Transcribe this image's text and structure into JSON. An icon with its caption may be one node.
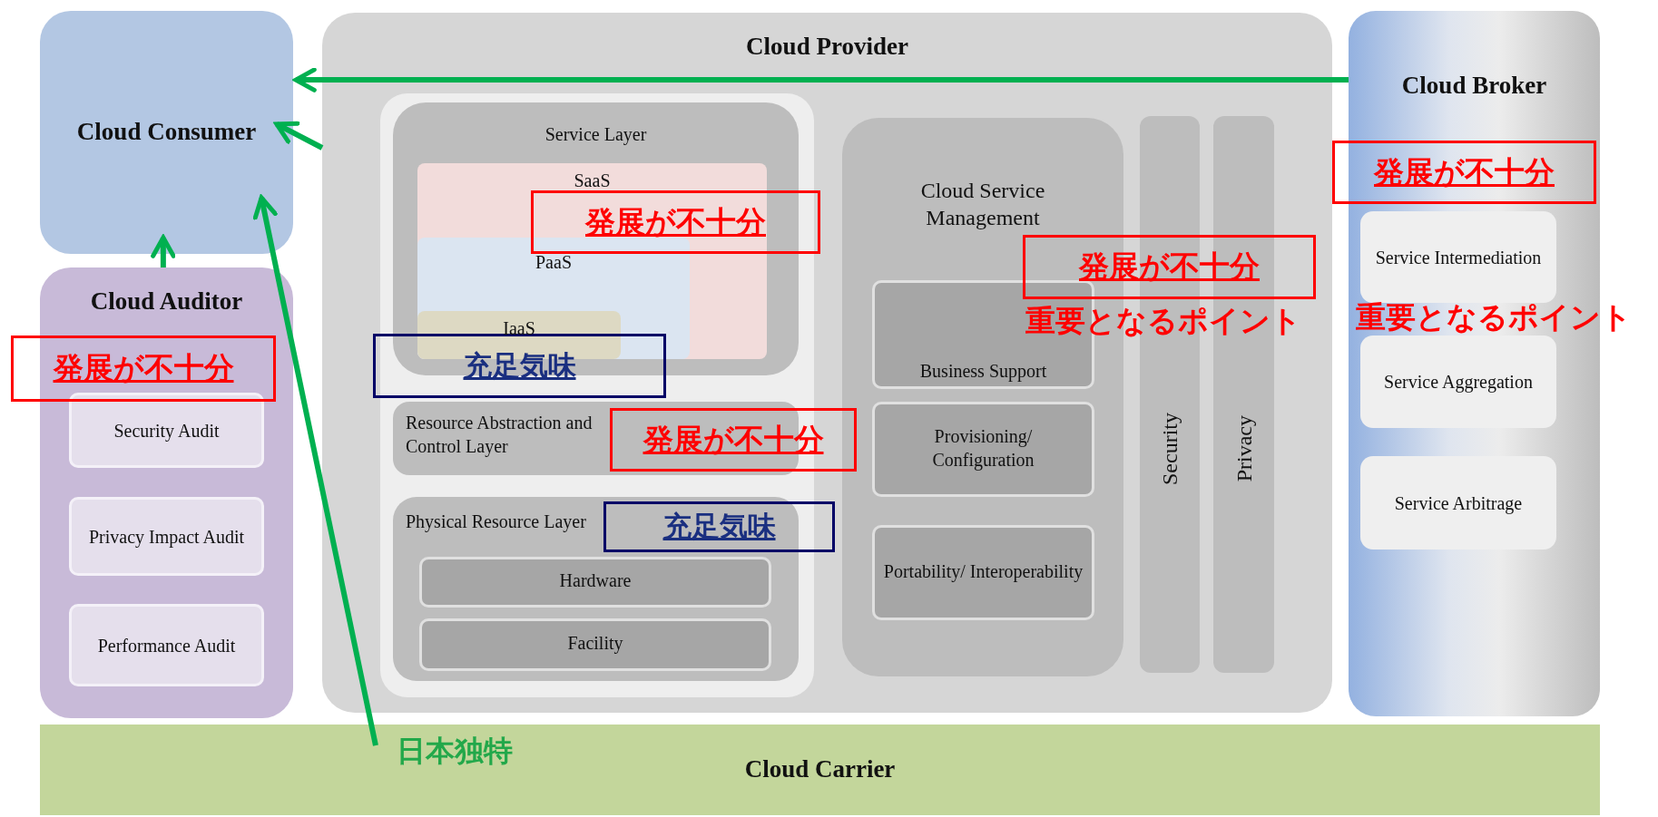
{
  "diagram": {
    "nodes": [
      {
        "text": [
          "Cloud Consumer"
        ]
      },
      {
        "text": [
          "Cloud Auditor"
        ]
      },
      {
        "text": [
          "Security Audit"
        ],
        "in": 1
      },
      {
        "text": [
          "Privacy Impact Audit"
        ],
        "in": 1
      },
      {
        "text": [
          "Performance Audit"
        ],
        "in": 1
      },
      {
        "text": [
          "Cloud Provider"
        ]
      },
      {
        "text": [
          "Service Layer"
        ],
        "in": 5
      },
      {
        "text": [
          "SaaS"
        ],
        "in": 6
      },
      {
        "text": [
          "PaaS"
        ],
        "in": 7
      },
      {
        "text": [
          "IaaS"
        ],
        "in": 8
      },
      {
        "text": [
          "Resource Abstraction and Control Layer"
        ],
        "in": 5
      },
      {
        "text": [
          "Physical Resource Layer"
        ],
        "in": 5
      },
      {
        "text": [
          "Hardware"
        ],
        "in": 11
      },
      {
        "text": [
          "Facility"
        ],
        "in": 11
      },
      {
        "text": [
          "Cloud Service Management"
        ],
        "in": 5
      },
      {
        "text": [
          "Business Support"
        ],
        "in": 14
      },
      {
        "text": [
          "Provisioning/ Configuration"
        ],
        "in": 14
      },
      {
        "text": [
          "Portability/ Interoperability"
        ],
        "in": 14
      },
      {
        "text": [
          "Security"
        ],
        "in": 5
      },
      {
        "text": [
          "Privacy"
        ],
        "in": 5
      },
      {
        "text": [
          "Cloud Broker"
        ]
      },
      {
        "text": [
          "Service Intermediation"
        ],
        "in": 20
      },
      {
        "text": [
          "Service Aggregation"
        ],
        "in": 20
      },
      {
        "text": [
          "Service Arbitrage"
        ],
        "in": 20
      },
      {
        "text": [
          "Cloud Carrier"
        ]
      },
      {
        "text": [
          "発展が不十分"
        ]
      },
      {
        "text": [
          "発展が不十分"
        ],
        "in": 5
      },
      {
        "text": [
          "発展が不十分"
        ],
        "in": 5
      },
      {
        "text": [
          "発展が不十分"
        ]
      },
      {
        "text": [
          "発展が不十分"
        ],
        "in": 5
      },
      {
        "text": [
          "充足気味"
        ],
        "in": 5
      },
      {
        "text": [
          "充足気味"
        ],
        "in": 5
      },
      {
        "text": [
          "日本独特"
        ],
        "in": 24
      }
    ],
    "edges": [
      {
        "from": 20,
        "to": 0,
        "arrow": "to"
      },
      {
        "from": 5,
        "to": 0,
        "arrow": "to"
      },
      {
        "from": 1,
        "to": 0,
        "arrow": "to"
      },
      {
        "from": 32,
        "to": 0,
        "arrow": "to"
      }
    ],
    "labels": [
      "重要となるポイント",
      "重要となるポイント"
    ]
  }
}
